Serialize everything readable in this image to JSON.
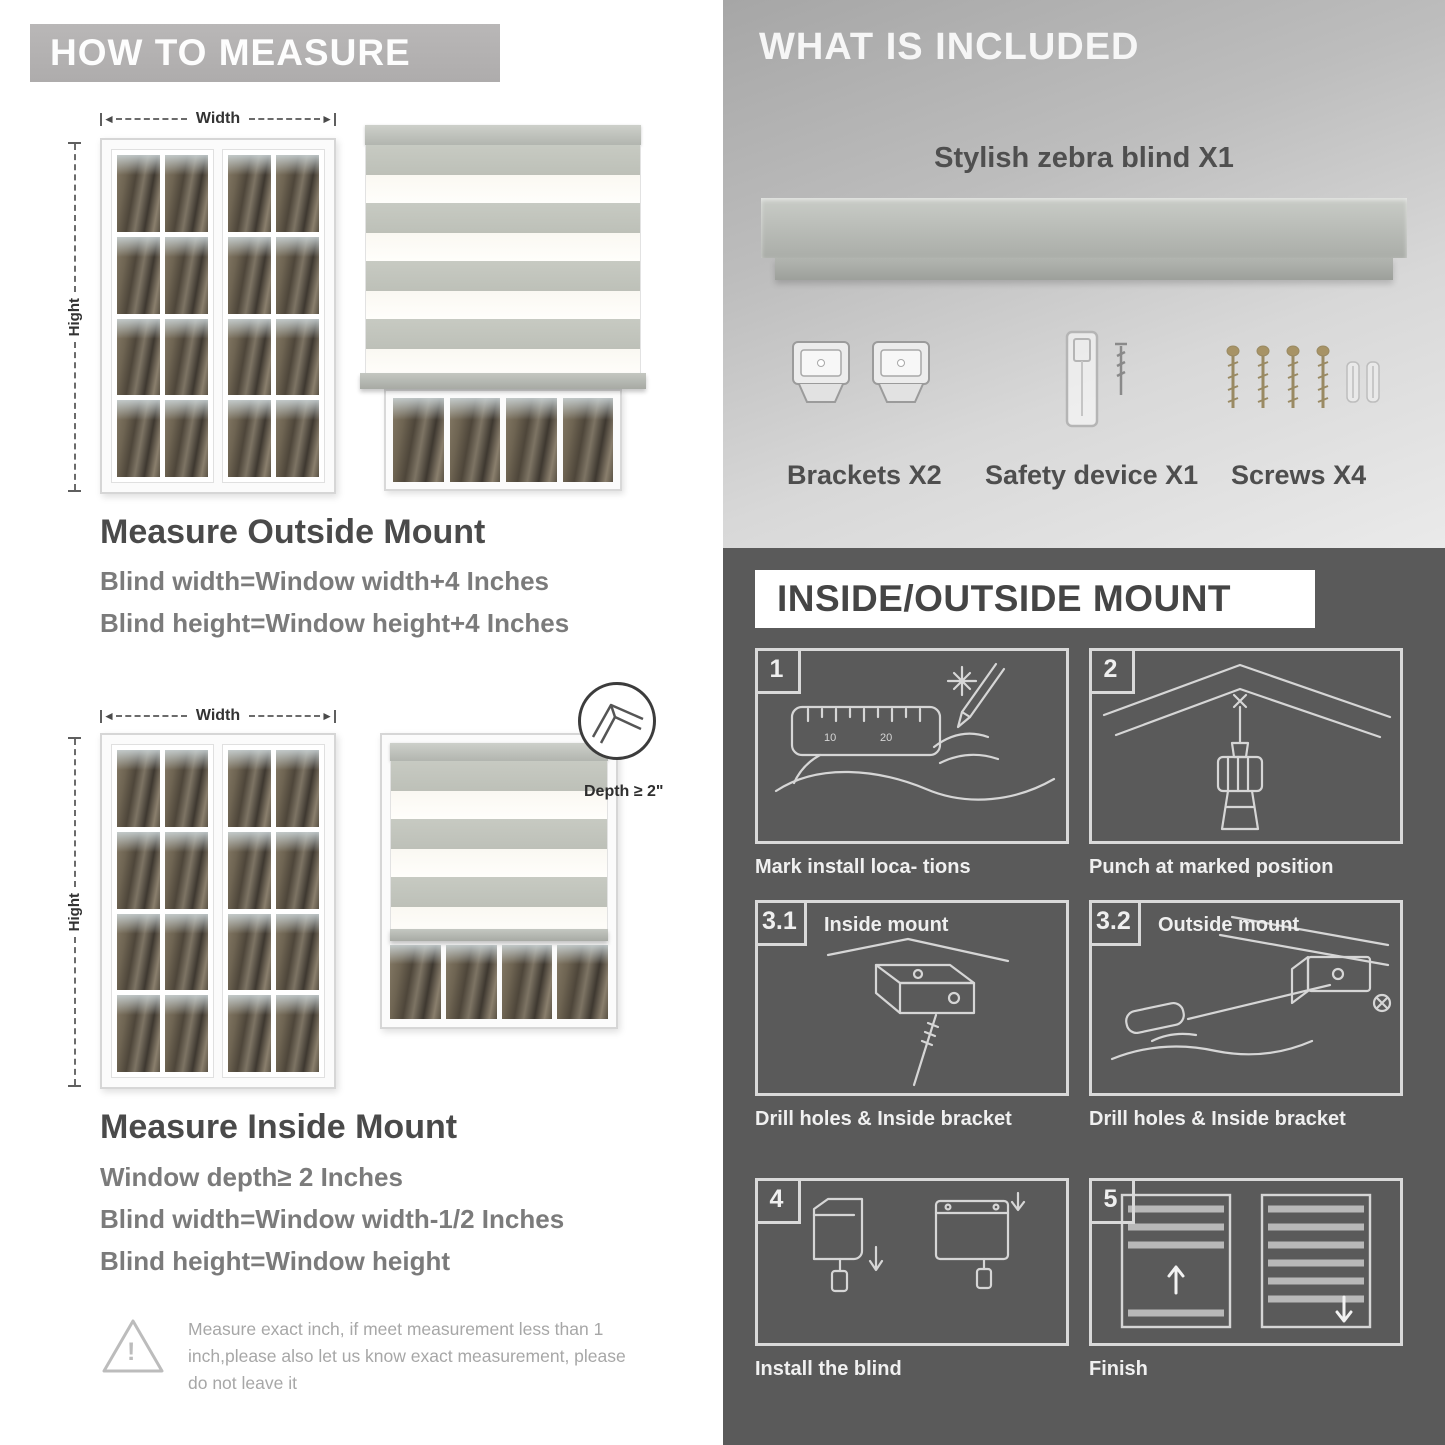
{
  "icons": {
    "arrow_left": "◄",
    "arrow_right": "►",
    "warning_mark": "!"
  },
  "colors": {
    "banner_gray": "#b3b1b1",
    "dark_section": "#5a5a5a",
    "heading_text": "#4a4a4a",
    "body_text": "#7b7b7b"
  },
  "left": {
    "header": "HOW TO MEASURE",
    "outside": {
      "width_label": "Width",
      "height_label": "Hight",
      "title": "Measure Outside Mount",
      "line1": "Blind width=Window width+4 Inches",
      "line2": "Blind height=Window height+4 Inches"
    },
    "inside": {
      "width_label": "Width",
      "height_label": "Hight",
      "depth_label": "Depth ≥ 2\"",
      "title": "Measure Inside Mount",
      "line0": "Window depth≥ 2 Inches",
      "line1": "Blind width=Window width-1/2 Inches",
      "line2": "Blind height=Window height"
    },
    "warning_text": "Measure exact inch, if meet measurement less than 1 inch,please also let us know exact measurement, please do not leave it"
  },
  "right": {
    "included": {
      "header": "WHAT IS INCLUDED",
      "blind_label": "Stylish zebra blind X1",
      "items": [
        {
          "label": "Brackets X2"
        },
        {
          "label": "Safety device X1"
        },
        {
          "label": "Screws X4"
        }
      ]
    },
    "mount": {
      "header": "INSIDE/OUTSIDE MOUNT",
      "steps": [
        {
          "num": "1",
          "caption": "Mark install loca- tions"
        },
        {
          "num": "2",
          "caption": "Punch at marked position"
        },
        {
          "num": "3.1",
          "title": "Inside mount",
          "caption": "Drill holes & Inside bracket"
        },
        {
          "num": "3.2",
          "title": "Outside mount",
          "caption": "Drill holes & Inside bracket"
        },
        {
          "num": "4",
          "caption": "Install the blind"
        },
        {
          "num": "5",
          "caption": "Finish"
        }
      ]
    }
  }
}
